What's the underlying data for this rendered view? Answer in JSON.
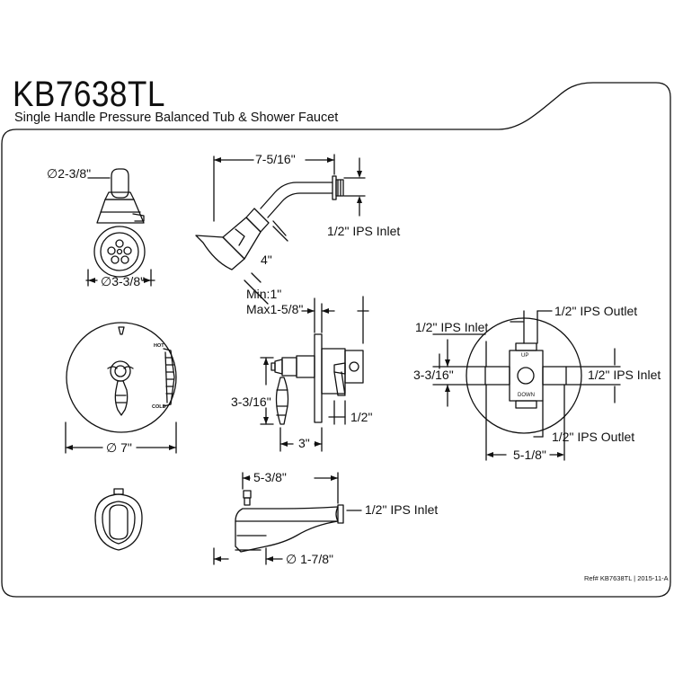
{
  "header": {
    "model": "KB7638TL",
    "subtitle": "Single Handle Pressure Balanced Tub & Shower Faucet"
  },
  "dimensions": {
    "head_dia": "∅2-3/8\"",
    "face_dia": "∅3-3/8\"",
    "arm_length": "7-5/16\"",
    "inlet_top": "1/2\" IPS Inlet",
    "drop": "4\"",
    "min": "Min:1\"",
    "max": "Max1-5/8\"",
    "plate_dia": "∅ 7\"",
    "handle_height": "3-3/16\"",
    "valve_depth": "1/2\"",
    "handle_proj": "3\"",
    "valve_inlet_left": "1/2\" IPS Inlet",
    "valve_outlet_top": "1/2\" IPS Outlet",
    "valve_height": "3-3/16\"",
    "valve_inlet_right": "1/2\" IPS Inlet",
    "valve_outlet_bottom": "1/2\" IPS Outlet",
    "valve_width": "5-1/8\"",
    "spout_length": "5-3/8\"",
    "spout_inlet": "1/2\" IPS Inlet",
    "spout_dia": "∅ 1-7/8\""
  },
  "labels": {
    "hot": "HOT",
    "cold": "COLD",
    "up": "UP",
    "down": "DOWN"
  },
  "footer": {
    "ref": "Ref# KB7638TL  |  2015-11-A"
  }
}
